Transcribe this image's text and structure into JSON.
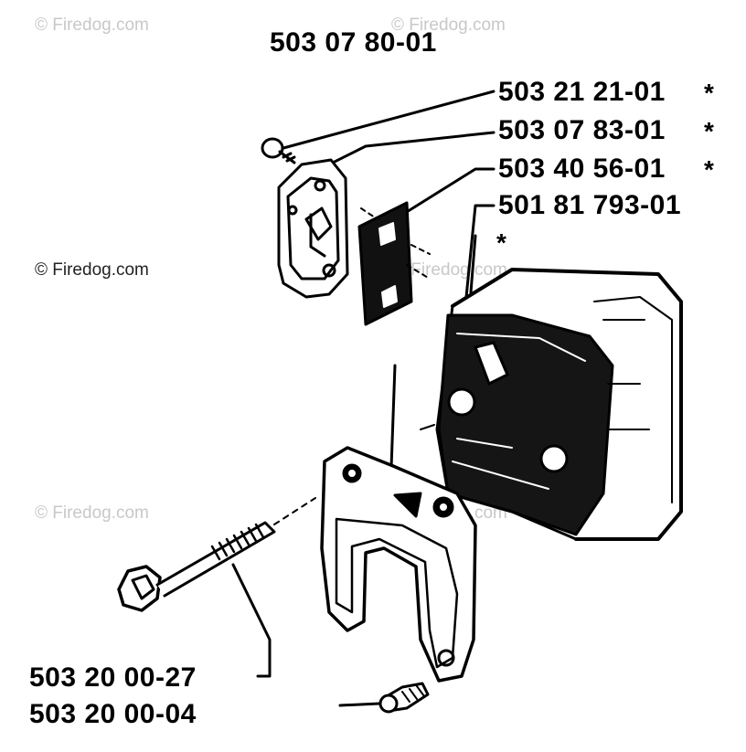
{
  "watermark": "© Firedog.com",
  "parts": {
    "top_assembly": "503 07 80-01",
    "screw_small": "503 21 21-01",
    "cover_plate": "503 07 83-01",
    "screen": "503 40 56-01",
    "muffler": "501 81 793-01",
    "bolt_a": "503 20 00-27",
    "bolt_b": "503 20 00-04"
  },
  "marks": {
    "star": "*"
  }
}
